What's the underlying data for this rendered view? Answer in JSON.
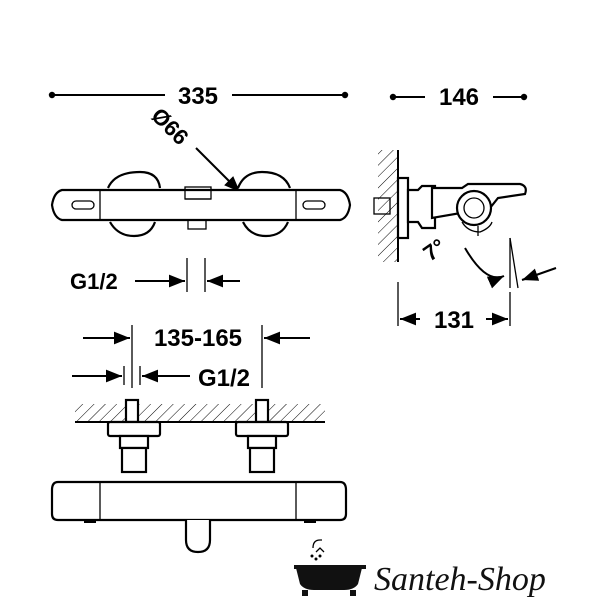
{
  "dimensions": {
    "overall_length": "335",
    "knob_diameter": "Ø66",
    "depth": "146",
    "inlet_thread_top": "G1/2",
    "wall_projection": "131",
    "tilt_angle": "7°",
    "center_distance": "135-165",
    "inlet_thread_front": "G1/2"
  },
  "brand": {
    "name": "Santeh-Shop"
  }
}
